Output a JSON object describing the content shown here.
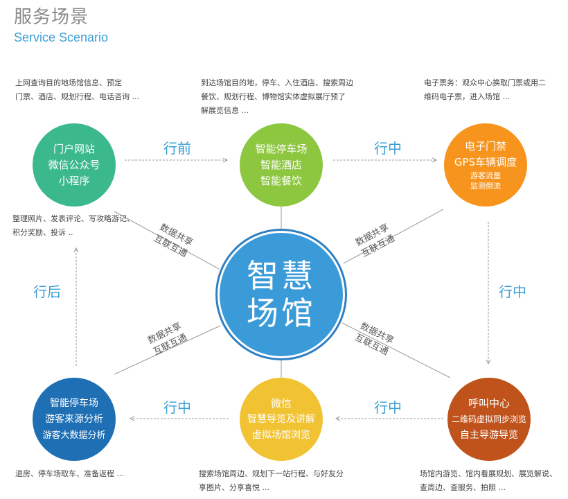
{
  "header": {
    "title_cn": "服务场景",
    "title_en": "Service Scenario"
  },
  "descriptions": {
    "top_left": [
      "上网查询目的地场馆信息、预定",
      "门票、酒店、规划行程、电话咨询 ..."
    ],
    "top_center": [
      "到达场馆目的地，停车、入住酒店、搜索周边",
      "餐饮、规划行程、博物馆实体虚拟展厅预了",
      "解展览信息 ..."
    ],
    "top_right": [
      "电子票务：观众中心换取门票或用二",
      "维码电子票，进入场馆 ..."
    ],
    "mid_left": [
      "整理照片、发表评论、写攻略游记、",
      "积分奖励、投诉 .."
    ],
    "bottom_left": [
      "退房、停车场取车、准备返程 ..."
    ],
    "bottom_center": [
      "搜索场馆周边、规划下一站行程、与好友分",
      "享图片、分享喜悦 ..."
    ],
    "bottom_right": [
      "场馆内游览、馆内看展规划、展览解说、",
      "查周边、查服务、拍照 ..."
    ]
  },
  "nodes": {
    "top_left": {
      "lines": [
        "门户网站",
        "微信公众号",
        "小程序"
      ],
      "color": "#3cb88d"
    },
    "top_center": {
      "lines": [
        "智能停车场",
        "智能酒店",
        "智能餐饮"
      ],
      "color": "#8dc63f"
    },
    "top_right": {
      "lines": [
        "电子门禁",
        "GPS车辆调度"
      ],
      "small": [
        "游客流量",
        "监测倒流"
      ],
      "color": "#f7941d"
    },
    "bottom_left": {
      "lines": [
        "智能停车场",
        "游客来源分析",
        "游客大数据分析"
      ],
      "color": "#1f6fb4"
    },
    "bottom_center": {
      "lines": [
        "微信",
        "智慧导览及讲解",
        "虚拟场馆浏览"
      ],
      "color": "#f1c232"
    },
    "bottom_right": {
      "lines": [
        "呼叫中心",
        "二维码虚拟同步浏览",
        "自主导游导览"
      ],
      "color": "#c0531c"
    }
  },
  "hub": {
    "line1": "智慧",
    "line2": "场馆",
    "color": "#3a9bd8"
  },
  "stages": {
    "before": "行前",
    "during_top": "行中",
    "during_right": "行中",
    "during_bottom_right": "行中",
    "during_bottom_left": "行中",
    "after": "行后"
  },
  "spokes": {
    "upper_left": [
      "数据共享",
      "互联互通"
    ],
    "upper_right": [
      "数据共享",
      "互联互通"
    ],
    "lower_left": [
      "数据共享",
      "互联互通"
    ],
    "lower_right": [
      "数据共享",
      "互联互通"
    ]
  }
}
